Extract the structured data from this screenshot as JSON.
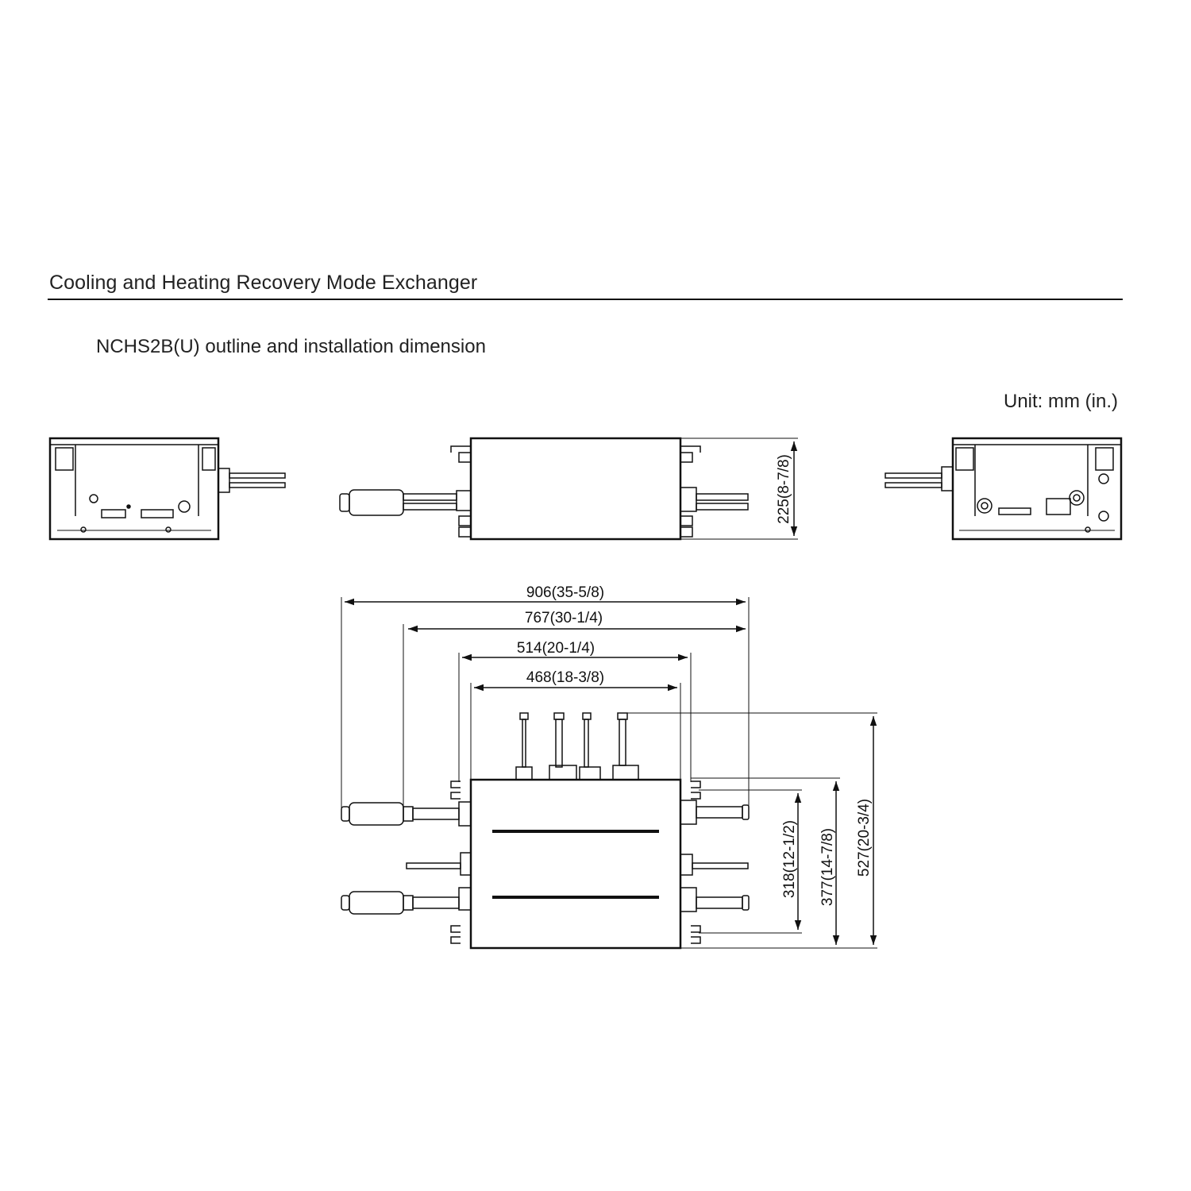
{
  "header": {
    "title": "Cooling and Heating Recovery Mode Exchanger",
    "subtitle": "NCHS2B(U)  outline and installation dimension",
    "unit": "Unit: mm (in.)"
  },
  "dimensions": {
    "height_front": "225(8-7/8)",
    "width_overall": "906(35-5/8)",
    "width_pipes": "767(30-1/4)",
    "width_brackets": "514(20-1/4)",
    "width_body": "468(18-3/8)",
    "depth_318": "318(12-1/2)",
    "depth_377": "377(14-7/8)",
    "depth_527": "527(20-3/4)"
  }
}
